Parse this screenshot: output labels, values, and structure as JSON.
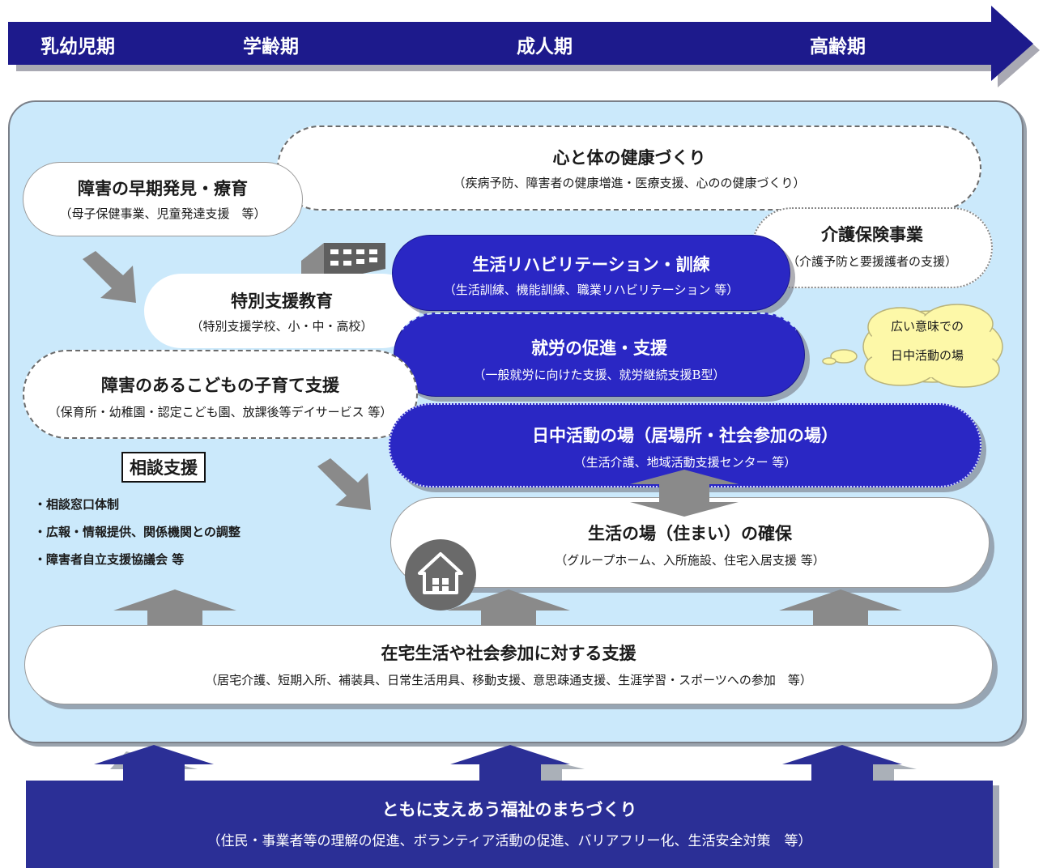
{
  "timeline": {
    "stages": [
      "乳幼児期",
      "学齢期",
      "成人期",
      "高齢期"
    ]
  },
  "boxes": {
    "health": {
      "title": "心と体の健康づくり",
      "sub": "（疾病予防、障害者の健康増進・医療支援、心のの健康づくり）"
    },
    "early": {
      "title": "障害の早期発見・療育",
      "sub": "（母子保健事業、児童発達支援　等）"
    },
    "care_insurance": {
      "title": "介護保険事業",
      "sub": "（介護予防と要援護者の支援）"
    },
    "rehab": {
      "title": "生活リハビリテーション・訓練",
      "sub": "（生活訓練、機能訓練、職業リハビリテーション 等）"
    },
    "special_ed": {
      "title": "特別支援教育",
      "sub": "（特別支援学校、小・中・高校）"
    },
    "employment": {
      "title": "就労の促進・支援",
      "sub": "（一般就労に向けた支援、就労継続支援B型）"
    },
    "childcare": {
      "title": "障害のあるこどもの子育て支援",
      "sub": "（保育所・幼稚園・認定こども園、放課後等デイサービス 等）"
    },
    "daytime": {
      "title": "日中活動の場（居場所・社会参加の場）",
      "sub": "（生活介護、地域活動支援センター 等）"
    },
    "living": {
      "title": "生活の場（住まい）の確保",
      "sub": "（グループホーム、入所施設、住宅入居支援 等）"
    },
    "home_support": {
      "title": "在宅生活や社会参加に対する支援",
      "sub": "（居宅介護、短期入所、補装具、日常生活用具、移動支援、意思疎通支援、生涯学習・スポーツへの参加　等）"
    },
    "community": {
      "title": "ともに支えあう福祉のまちづくり",
      "sub": "（住民・事業者等の理解の促進、ボランティア活動の促進、バリアフリー化、生活安全対策　等）"
    }
  },
  "cloud": {
    "line1": "広い意味での",
    "line2": "日中活動の場"
  },
  "consultation": {
    "title": "相談支援",
    "items": [
      "・相談窓口体制",
      "・広報・情報提供、関係機関との調整",
      "・障害者自立支援協議会 等"
    ]
  },
  "icons": [
    "school-building-icon",
    "house-icon"
  ],
  "colors": {
    "timeline": "#1d1a8c",
    "panel": "#cbe9fb",
    "blue_box": "#2a27c4",
    "arrow_gray": "#8a8a8a",
    "footer": "#2b2f96"
  }
}
